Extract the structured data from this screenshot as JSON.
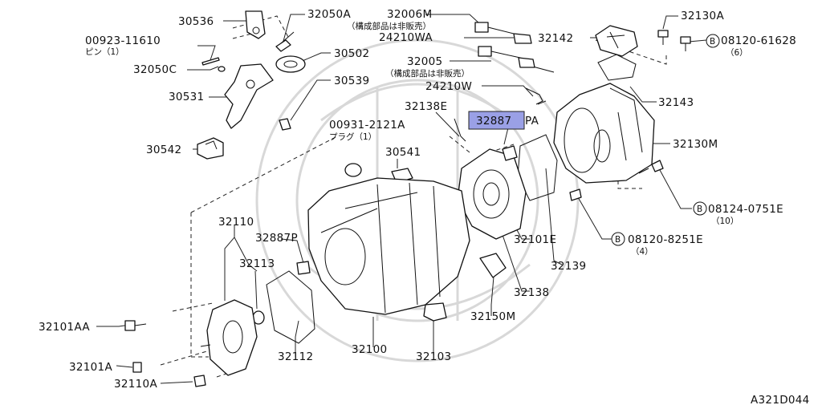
{
  "parts": {
    "p30536": "30536",
    "p32050A": "32050A",
    "p32006M": "32006M",
    "p32006M_note": "（構成部品は非販売）",
    "p32130A": "32130A",
    "p00923": "00923-11610",
    "p00923_sub": "ピン（1）",
    "p24210WA": "24210WA",
    "p32142": "32142",
    "p08120_61628": "08120-61628",
    "p08120_61628_qty": "（6）",
    "p32050C": "32050C",
    "p30502": "30502",
    "p32005": "32005",
    "p32005_note": "（構成部品は非販売）",
    "p30531": "30531",
    "p30539": "30539",
    "p24210W": "24210W",
    "p32143": "32143",
    "p32138E": "32138E",
    "p00931": "00931-2121A",
    "p00931_sub": "プラグ（1）",
    "p32887PA_hl": "32887",
    "p32887PA_suffix": "PA",
    "p30541": "30541",
    "p30542": "30542",
    "p32130M": "32130M",
    "p08124": "08124-0751E",
    "p08124_qty": "（10）",
    "p32110": "32110",
    "p32887P": "32887P",
    "p32101E": "32101E",
    "p08120_8251E": "08120-8251E",
    "p08120_8251E_qty": "（4）",
    "p32113": "32113",
    "p32139": "32139",
    "p32138": "32138",
    "p32101AA": "32101AA",
    "p32150M": "32150M",
    "p32112": "32112",
    "p32100": "32100",
    "p32103": "32103",
    "p32101A": "32101A",
    "p32110A": "32110A",
    "bolt_mark": "B"
  },
  "diagram_code": "A321D044",
  "colors": {
    "highlight": "#9aa0e6",
    "ink": "#111111"
  }
}
